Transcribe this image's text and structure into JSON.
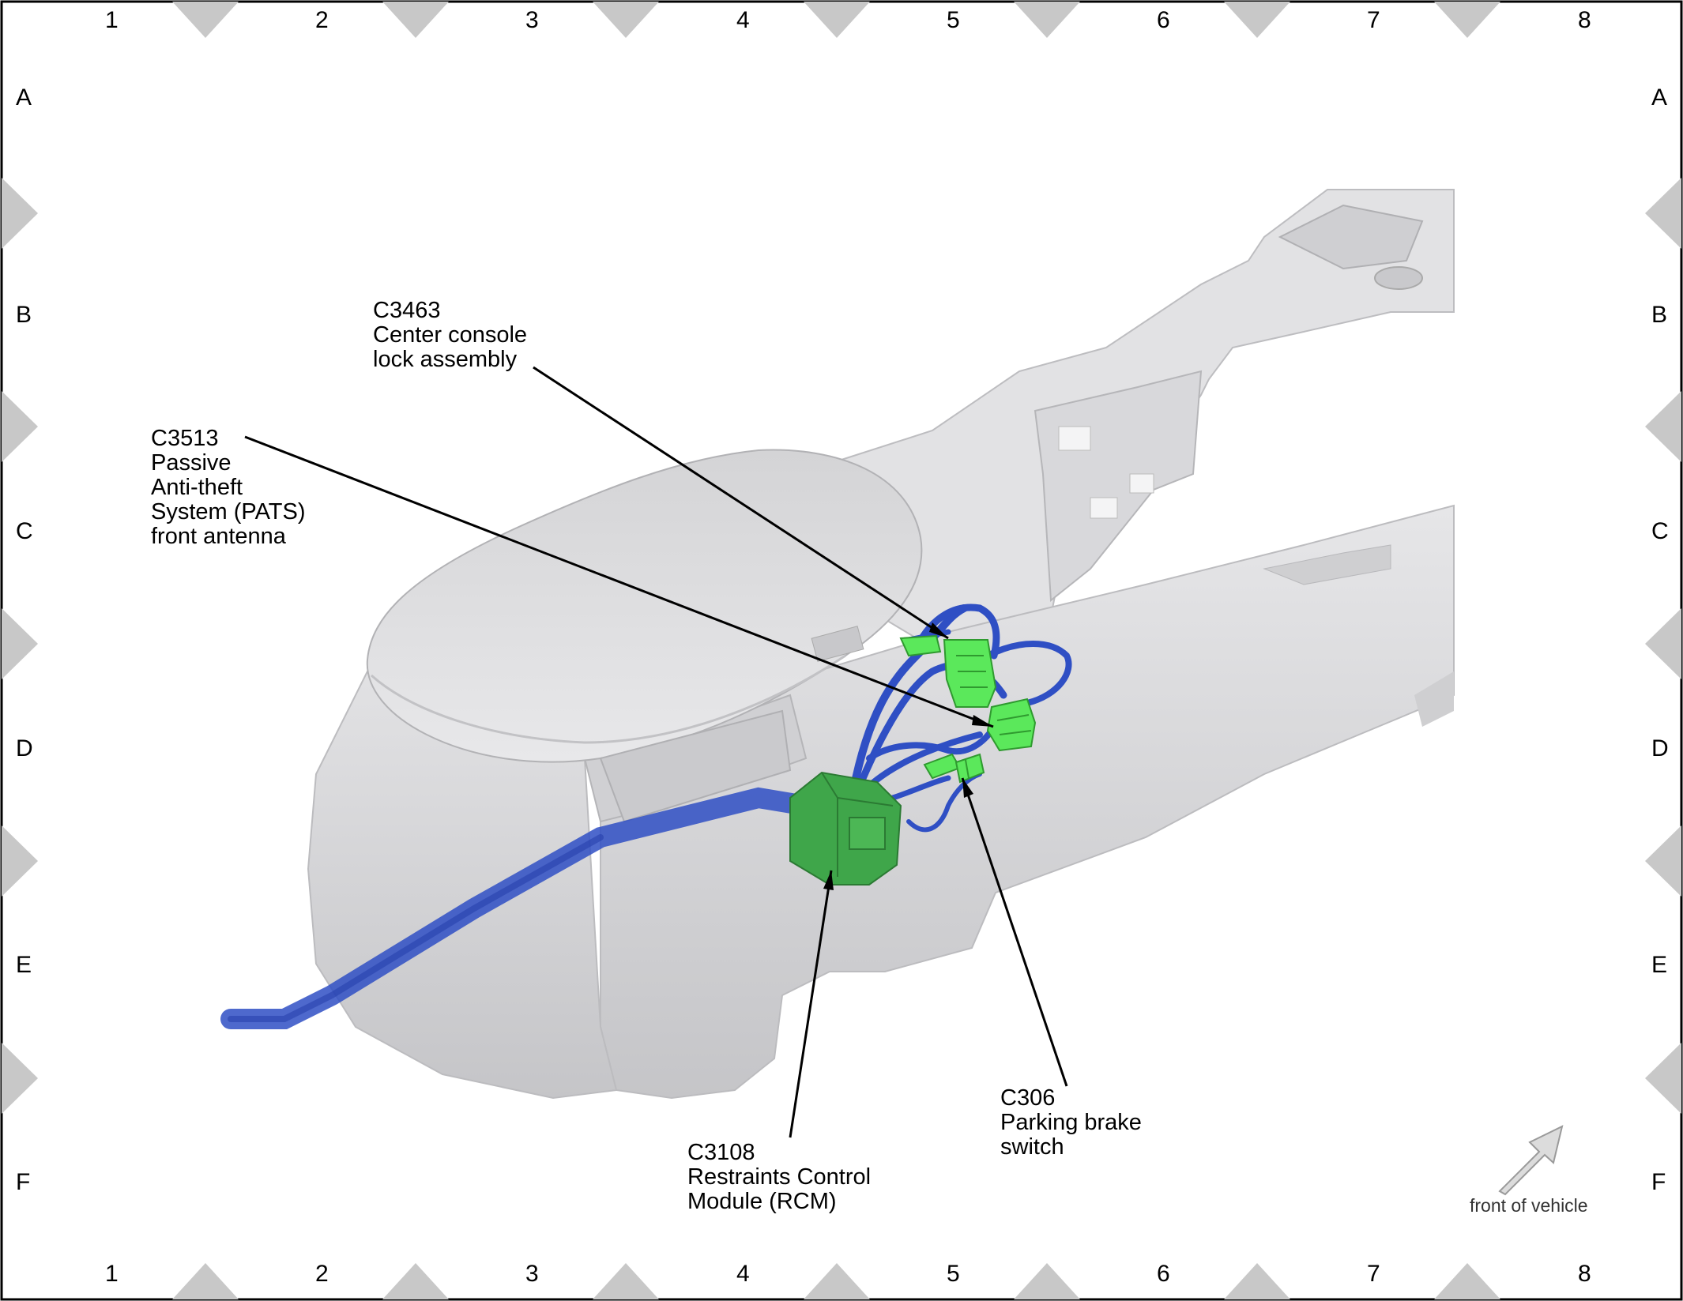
{
  "grid": {
    "columns": [
      "1",
      "2",
      "3",
      "4",
      "5",
      "6",
      "7",
      "8"
    ],
    "rows": [
      "A",
      "B",
      "C",
      "D",
      "E",
      "F"
    ]
  },
  "callouts": [
    {
      "id": "c3463",
      "code": "C3463",
      "lines": [
        "Center console",
        "lock assembly"
      ]
    },
    {
      "id": "c3513",
      "code": "C3513",
      "lines": [
        "Passive",
        "Anti-theft",
        "System (PATS)",
        "front antenna"
      ]
    },
    {
      "id": "c3108",
      "code": "C3108",
      "lines": [
        "Restraints Control",
        "Module (RCM)"
      ]
    },
    {
      "id": "c306",
      "code": "C306",
      "lines": [
        "Parking brake",
        "switch"
      ]
    }
  ],
  "orientation": {
    "label": "front of vehicle",
    "icon": "arrow-icon"
  },
  "colors": {
    "border": "#000000",
    "marker": "#c8c8c8",
    "console": "#d6d6d8",
    "console_dark": "#b9b9bc",
    "harness": "#2f4fc4",
    "connector": "#5be85b",
    "module": "#3fa64a"
  }
}
